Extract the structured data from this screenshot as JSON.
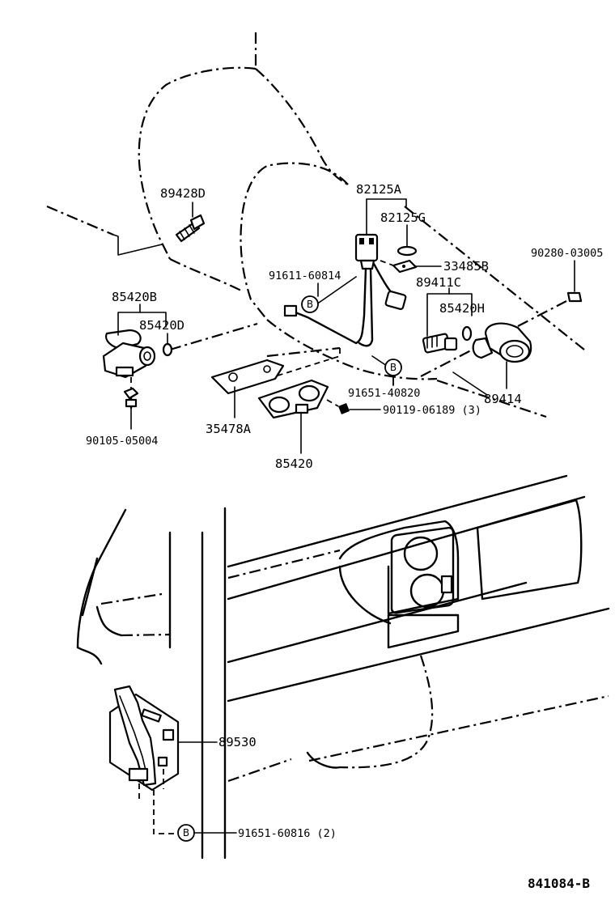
{
  "labels": {
    "p82125A": "82125A",
    "p82125G": "82125G",
    "p89428D": "89428D",
    "p90280": "90280-03005",
    "p33485B": "33485B",
    "p91611": "91611-60814",
    "p89411C": "89411C",
    "p85420B": "85420B",
    "p85420H": "85420H",
    "p85420D": "85420D",
    "p91651a": "91651-40820",
    "p89414": "89414",
    "p90119": "90119-06189 (3)",
    "p90105": "90105-05004",
    "p35478A": "35478A",
    "p85420": "85420",
    "p89530": "89530",
    "p91651b": "91651-60816 (2)"
  },
  "callout_marker": "B",
  "figure_code": "841084-B"
}
